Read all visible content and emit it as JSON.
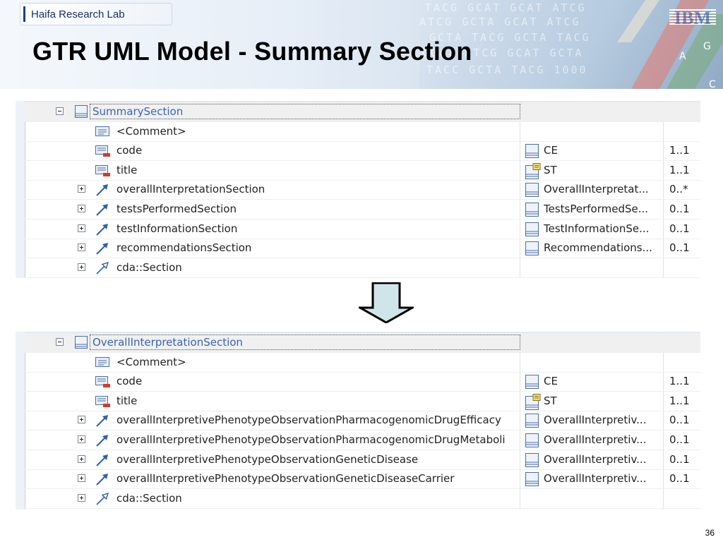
{
  "header": {
    "lab": "Haifa Research Lab",
    "logo": "IBM",
    "title": "GTR UML Model - Summary Section",
    "dna_text": [
      "TACG GCAT GCAT ATCG",
      "ATCG GCTA GCAT ATCG",
      "GCTA TACG GCTA TACG",
      "CGAT ATCG GCAT GCTA",
      "TACC GCTA TACG 1000"
    ],
    "helix_letters": [
      "A",
      "G",
      "C"
    ]
  },
  "summary_tree": {
    "root": "SummarySection",
    "rows": [
      {
        "expander": "none",
        "icon": "comment-icon",
        "name": "<Comment>",
        "type": "",
        "type_icon": "",
        "mult": ""
      },
      {
        "expander": "none",
        "icon": "attribute-icon",
        "name": "code",
        "type": "CE",
        "type_icon": "class-icon",
        "mult": "1..1"
      },
      {
        "expander": "none",
        "icon": "attribute-icon",
        "name": "title",
        "type": "ST",
        "type_icon": "datatype-icon",
        "mult": "1..1"
      },
      {
        "expander": "plus",
        "icon": "association-icon",
        "name": "overallInterpretationSection",
        "type": "OverallInterpretat...",
        "type_icon": "class-icon",
        "mult": "0..*"
      },
      {
        "expander": "plus",
        "icon": "association-icon",
        "name": "testsPerformedSection",
        "type": "TestsPerformedSe...",
        "type_icon": "class-icon",
        "mult": "0..1"
      },
      {
        "expander": "plus",
        "icon": "association-icon",
        "name": "testInformationSection",
        "type": "TestInformationSe...",
        "type_icon": "class-icon",
        "mult": "0..1"
      },
      {
        "expander": "plus",
        "icon": "association-icon",
        "name": "recommendationsSection",
        "type": "Recommendations...",
        "type_icon": "class-icon",
        "mult": "0..1"
      },
      {
        "expander": "plus",
        "icon": "generalization-icon",
        "name": "cda::Section",
        "type": "",
        "type_icon": "",
        "mult": ""
      }
    ]
  },
  "overall_tree": {
    "root": "OverallInterpretationSection",
    "rows": [
      {
        "expander": "none",
        "icon": "comment-icon",
        "name": "<Comment>",
        "type": "",
        "type_icon": "",
        "mult": ""
      },
      {
        "expander": "none",
        "icon": "attribute-icon",
        "name": "code",
        "type": "CE",
        "type_icon": "class-icon",
        "mult": "1..1"
      },
      {
        "expander": "none",
        "icon": "attribute-icon",
        "name": "title",
        "type": "ST",
        "type_icon": "datatype-icon",
        "mult": "1..1"
      },
      {
        "expander": "plus",
        "icon": "association-icon",
        "name": "overallInterpretivePhenotypeObservationPharmacogenomicDrugEfficacy",
        "type": "OverallInterpretiv...",
        "type_icon": "class-icon",
        "mult": "0..1"
      },
      {
        "expander": "plus",
        "icon": "association-icon",
        "name": "overallInterpretivePhenotypeObservationPharmacogenomicDrugMetaboli",
        "type": "OverallInterpretiv...",
        "type_icon": "class-icon",
        "mult": "0..1"
      },
      {
        "expander": "plus",
        "icon": "association-icon",
        "name": "overallInterpretivePhenotypeObservationGeneticDisease",
        "type": "OverallInterpretiv...",
        "type_icon": "class-icon",
        "mult": "0..1"
      },
      {
        "expander": "plus",
        "icon": "association-icon",
        "name": "overallInterpretivePhenotypeObservationGeneticDiseaseCarrier",
        "type": "OverallInterpretiv...",
        "type_icon": "class-icon",
        "mult": "0..1"
      },
      {
        "expander": "plus",
        "icon": "generalization-icon",
        "name": "cda::Section",
        "type": "",
        "type_icon": "",
        "mult": ""
      }
    ]
  },
  "colors": {
    "root_text": "#3a63b4",
    "arrow_fill": "#cfe5ea",
    "arrow_stroke": "#000000",
    "lab_text": "#1a2f6b"
  },
  "page_number": "36"
}
